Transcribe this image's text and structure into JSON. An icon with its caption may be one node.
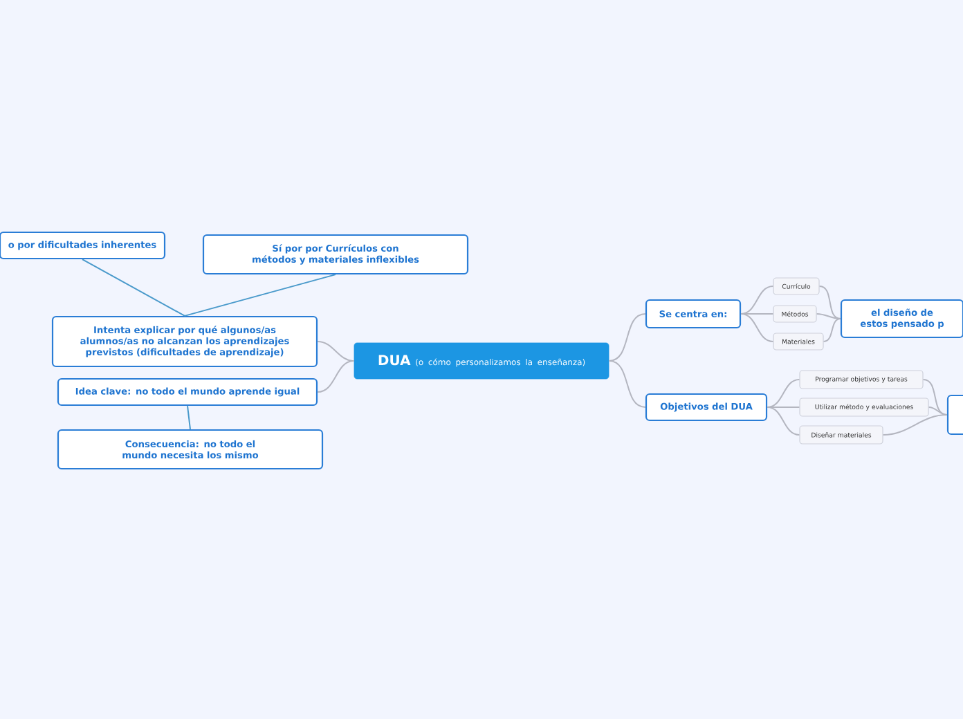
{
  "diagram": {
    "nodes": [
      {
        "text": [
          "DUA",
          "(o cómo personalizamos la enseñanza)"
        ]
      },
      {
        "text": [
          "Intenta explicar por qué algunos/as alumnos/as no alcanzan los aprendizajes previstos (dificultades de aprendizaje)"
        ]
      },
      {
        "text": [
          "o por dificultades inherentes"
        ]
      },
      {
        "text": [
          "Sí por por Currículos con métodos y materiales inflexibles"
        ]
      },
      {
        "text": [
          "Idea clave: no todo el mundo aprende igual"
        ]
      },
      {
        "text": [
          "Consecuencia: no todo el mundo necesita los mismo"
        ]
      },
      {
        "text": [
          "Se centra en:"
        ]
      },
      {
        "text": [
          "Currículo"
        ]
      },
      {
        "text": [
          "Métodos"
        ]
      },
      {
        "text": [
          "Materiales"
        ]
      },
      {
        "text": [
          "el diseño de estos pensado p"
        ]
      },
      {
        "text": [
          "Objetivos del DUA"
        ]
      },
      {
        "text": [
          "Programar objetivos y tareas"
        ]
      },
      {
        "text": [
          "Utilizar método y evaluaciones"
        ]
      },
      {
        "text": [
          "Diseñar materiales"
        ]
      },
      {
        "text": [],
        "shape": "box"
      }
    ],
    "edges": [
      {
        "from": 0,
        "to": 1,
        "arrow": "none"
      },
      {
        "from": 0,
        "to": 4,
        "arrow": "none"
      },
      {
        "from": 1,
        "to": 2,
        "arrow": "none",
        "color": "#4a9acb"
      },
      {
        "from": 1,
        "to": 3,
        "arrow": "none",
        "color": "#4a9acb"
      },
      {
        "from": 4,
        "to": 5,
        "arrow": "none",
        "color": "#4a9acb"
      },
      {
        "from": 0,
        "to": 6,
        "arrow": "none"
      },
      {
        "from": 0,
        "to": 11,
        "arrow": "none"
      },
      {
        "from": 6,
        "to": 7,
        "arrow": "none"
      },
      {
        "from": 6,
        "to": 8,
        "arrow": "none"
      },
      {
        "from": 6,
        "to": 9,
        "arrow": "none"
      },
      {
        "from": 7,
        "to": 10,
        "arrow": "none"
      },
      {
        "from": 8,
        "to": 10,
        "arrow": "none"
      },
      {
        "from": 9,
        "to": 10,
        "arrow": "none"
      },
      {
        "from": 11,
        "to": 12,
        "arrow": "none"
      },
      {
        "from": 11,
        "to": 13,
        "arrow": "none"
      },
      {
        "from": 11,
        "to": 14,
        "arrow": "none"
      },
      {
        "from": 12,
        "to": 15,
        "arrow": "none"
      },
      {
        "from": 13,
        "to": 15,
        "arrow": "none"
      },
      {
        "from": 14,
        "to": 15,
        "arrow": "none"
      }
    ]
  }
}
